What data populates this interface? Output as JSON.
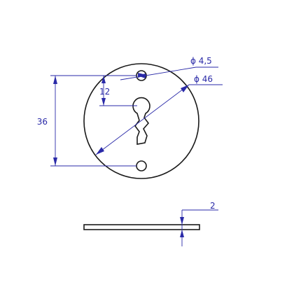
{
  "drawing": {
    "dimensions": {
      "hole_diameter": "ϕ 4,5",
      "plate_diameter": "ϕ 46",
      "hole_spacing": "36",
      "keyhole_offset": "12",
      "thickness": "2"
    },
    "colors": {
      "outline": "#1a1a1a",
      "dimension": "#2a2aa8",
      "background": "#ffffff"
    }
  }
}
